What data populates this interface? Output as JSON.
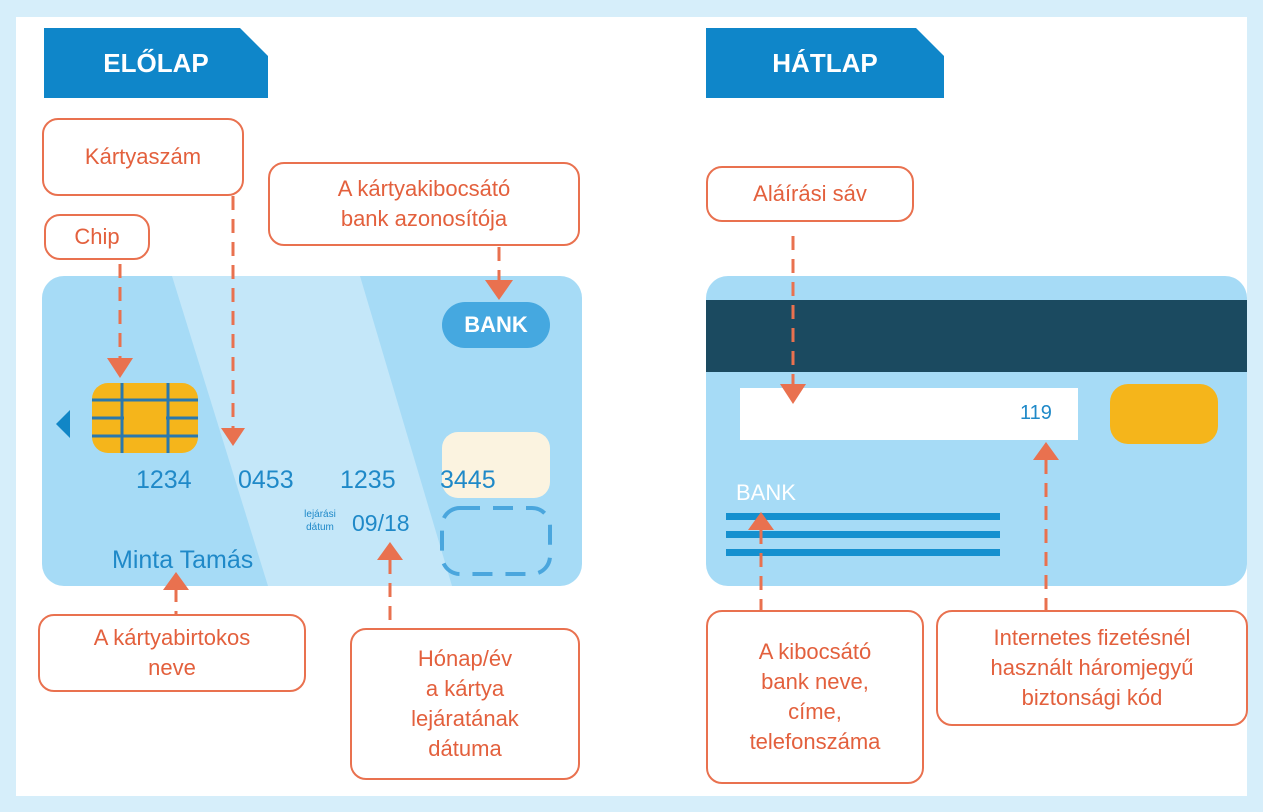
{
  "colors": {
    "background": "#d6eefa",
    "tab": "#0f86c9",
    "card": "#a6dbf6",
    "card_stripe": "#c4e7f9",
    "magnetic_strip": "#1b4a60",
    "chip": "#f5b51b",
    "accent": "#e9714f",
    "card_text": "#1f89c8"
  },
  "front": {
    "tab_label": "ELŐLAP",
    "callouts": {
      "card_number": "Kártyaszám",
      "chip": "Chip",
      "issuer_id": [
        "A kártyakibocsátó",
        "bank azonosítója"
      ],
      "holder_name": [
        "A kártyabirtokos",
        "neve"
      ],
      "expiry": [
        "Hónap/év",
        "a kártya",
        "lejáratának",
        "dátuma"
      ]
    },
    "card": {
      "bank_logo": "BANK",
      "number_groups": [
        "1234",
        "0453",
        "1235",
        "3445"
      ],
      "expiry_label": [
        "lejárási",
        "dátum"
      ],
      "expiry_value": "09/18",
      "holder_name": "Minta Tamás"
    }
  },
  "back": {
    "tab_label": "HÁTLAP",
    "callouts": {
      "signature": "Aláírási sáv",
      "bank_info": [
        "A kibocsátó",
        "bank neve,",
        "címe,",
        "telefonszáma"
      ],
      "cvv": [
        "Internetes fizetésnél",
        "használt háromjegyű",
        "biztonsági kód"
      ]
    },
    "card": {
      "cvv": "119",
      "bank_label": "BANK"
    }
  }
}
